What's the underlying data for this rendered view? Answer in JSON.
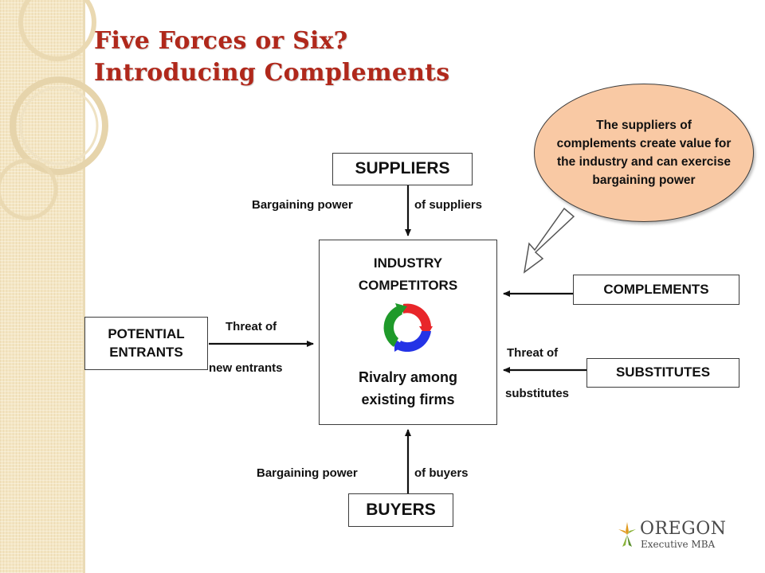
{
  "title": {
    "line1": "Five Forces or Six?",
    "line2": "Introducing Complements"
  },
  "nodes": {
    "suppliers": "SUPPLIERS",
    "buyers": "BUYERS",
    "complements": "COMPLEMENTS",
    "substitutes": "SUBSTITUTES",
    "entrants_line1": "POTENTIAL",
    "entrants_line2": "ENTRANTS",
    "industry_line1": "INDUSTRY",
    "industry_line2": "COMPETITORS",
    "rivalry_line1": "Rivalry among",
    "rivalry_line2": "existing firms"
  },
  "labels": {
    "suppliers_left": "Bargaining power",
    "suppliers_right": "of suppliers",
    "buyers_left": "Bargaining power",
    "buyers_right": "of buyers",
    "entrants_top": "Threat of",
    "entrants_bottom": "new entrants",
    "substitutes_top": "Threat of",
    "substitutes_bottom": "substitutes"
  },
  "callout": "The suppliers of complements create value for the industry and can exercise bargaining power",
  "icons": {
    "rivalry": "rivalry-cycle-icon",
    "logo_mark": "star-logo-icon"
  },
  "colors": {
    "title": "#b0281b",
    "callout_fill": "#f9c9a4",
    "cycle_red": "#e8262a",
    "cycle_blue": "#2433e6",
    "cycle_green": "#1f9a2a"
  },
  "logo": {
    "name": "OREGON",
    "sub": "Executive MBA"
  }
}
